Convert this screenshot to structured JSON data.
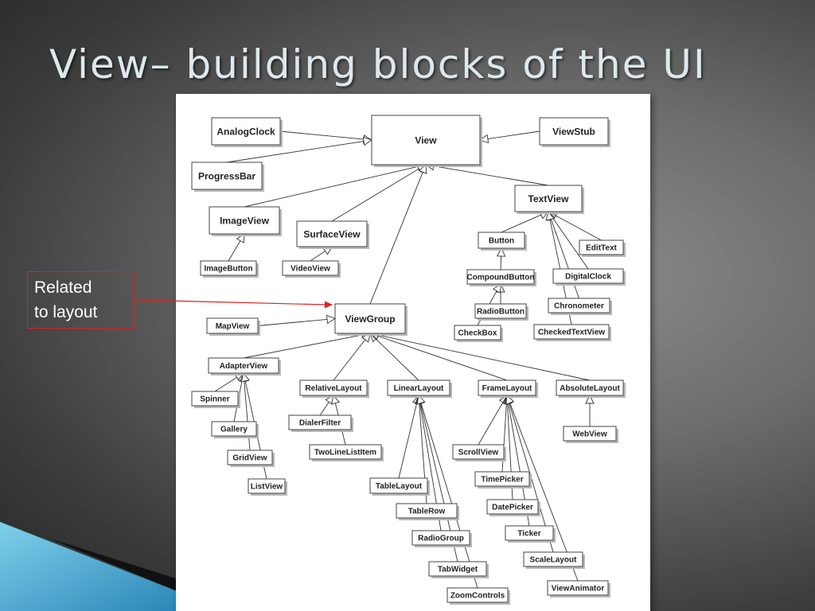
{
  "slide": {
    "title": "View– building blocks of the UI"
  },
  "callout": {
    "lines": [
      "Related",
      "to layout"
    ],
    "color": "#e02020"
  },
  "diagram": {
    "nodes": [
      {
        "id": "View",
        "label": "View"
      },
      {
        "id": "AnalogClock",
        "label": "AnalogClock"
      },
      {
        "id": "ViewStub",
        "label": "ViewStub"
      },
      {
        "id": "ProgressBar",
        "label": "ProgressBar"
      },
      {
        "id": "TextView",
        "label": "TextView"
      },
      {
        "id": "ImageView",
        "label": "ImageView"
      },
      {
        "id": "SurfaceView",
        "label": "SurfaceView"
      },
      {
        "id": "Button",
        "label": "Button"
      },
      {
        "id": "EditText",
        "label": "EditText"
      },
      {
        "id": "ImageButton",
        "label": "ImageButton"
      },
      {
        "id": "VideoView",
        "label": "VideoView"
      },
      {
        "id": "CompoundButton",
        "label": "CompoundButton"
      },
      {
        "id": "DigitalClock",
        "label": "DigitalClock"
      },
      {
        "id": "Chronometer",
        "label": "Chronometer"
      },
      {
        "id": "RadioButton",
        "label": "RadioButton"
      },
      {
        "id": "MapView",
        "label": "MapView"
      },
      {
        "id": "ViewGroup",
        "label": "ViewGroup"
      },
      {
        "id": "CheckBox",
        "label": "CheckBox"
      },
      {
        "id": "CheckedTextView",
        "label": "CheckedTextView"
      },
      {
        "id": "AdapterView",
        "label": "AdapterView"
      },
      {
        "id": "RelativeLayout",
        "label": "RelativeLayout"
      },
      {
        "id": "LinearLayout",
        "label": "LinearLayout"
      },
      {
        "id": "FrameLayout",
        "label": "FrameLayout"
      },
      {
        "id": "AbsoluteLayout",
        "label": "AbsoluteLayout"
      },
      {
        "id": "Spinner",
        "label": "Spinner"
      },
      {
        "id": "DialerFilter",
        "label": "DialerFilter"
      },
      {
        "id": "WebView",
        "label": "WebView"
      },
      {
        "id": "Gallery",
        "label": "Gallery"
      },
      {
        "id": "TwoLineListItem",
        "label": "TwoLineListItem"
      },
      {
        "id": "ScrollView",
        "label": "ScrollView"
      },
      {
        "id": "GridView",
        "label": "GridView"
      },
      {
        "id": "TimePicker",
        "label": "TimePicker"
      },
      {
        "id": "TableLayout",
        "label": "TableLayout"
      },
      {
        "id": "ListView",
        "label": "ListView"
      },
      {
        "id": "DatePicker",
        "label": "DatePicker"
      },
      {
        "id": "TableRow",
        "label": "TableRow"
      },
      {
        "id": "Ticker",
        "label": "Ticker"
      },
      {
        "id": "RadioGroup",
        "label": "RadioGroup"
      },
      {
        "id": "ScaleLayout",
        "label": "ScaleLayout"
      },
      {
        "id": "TabWidget",
        "label": "TabWidget"
      },
      {
        "id": "ViewAnimator",
        "label": "ViewAnimator"
      },
      {
        "id": "ZoomControls",
        "label": "ZoomControls"
      }
    ],
    "edges": [
      {
        "from": "AnalogClock",
        "to": "View"
      },
      {
        "from": "ProgressBar",
        "to": "View"
      },
      {
        "from": "ViewStub",
        "to": "View"
      },
      {
        "from": "ImageView",
        "to": "View"
      },
      {
        "from": "SurfaceView",
        "to": "View"
      },
      {
        "from": "TextView",
        "to": "View"
      },
      {
        "from": "ViewGroup",
        "to": "View"
      },
      {
        "from": "ImageButton",
        "to": "ImageView"
      },
      {
        "from": "VideoView",
        "to": "SurfaceView"
      },
      {
        "from": "Button",
        "to": "TextView"
      },
      {
        "from": "EditText",
        "to": "TextView"
      },
      {
        "from": "DigitalClock",
        "to": "TextView"
      },
      {
        "from": "Chronometer",
        "to": "TextView"
      },
      {
        "from": "CheckedTextView",
        "to": "TextView"
      },
      {
        "from": "CompoundButton",
        "to": "Button"
      },
      {
        "from": "RadioButton",
        "to": "CompoundButton"
      },
      {
        "from": "CheckBox",
        "to": "CompoundButton"
      },
      {
        "from": "MapView",
        "to": "ViewGroup"
      },
      {
        "from": "AdapterView",
        "to": "ViewGroup"
      },
      {
        "from": "RelativeLayout",
        "to": "ViewGroup"
      },
      {
        "from": "LinearLayout",
        "to": "ViewGroup"
      },
      {
        "from": "FrameLayout",
        "to": "ViewGroup"
      },
      {
        "from": "AbsoluteLayout",
        "to": "ViewGroup"
      },
      {
        "from": "Spinner",
        "to": "AdapterView"
      },
      {
        "from": "Gallery",
        "to": "AdapterView"
      },
      {
        "from": "GridView",
        "to": "AdapterView"
      },
      {
        "from": "ListView",
        "to": "AdapterView"
      },
      {
        "from": "DialerFilter",
        "to": "RelativeLayout"
      },
      {
        "from": "TwoLineListItem",
        "to": "RelativeLayout"
      },
      {
        "from": "TableLayout",
        "to": "LinearLayout"
      },
      {
        "from": "TableRow",
        "to": "LinearLayout"
      },
      {
        "from": "RadioGroup",
        "to": "LinearLayout"
      },
      {
        "from": "TabWidget",
        "to": "LinearLayout"
      },
      {
        "from": "ZoomControls",
        "to": "LinearLayout"
      },
      {
        "from": "ScrollView",
        "to": "FrameLayout"
      },
      {
        "from": "TimePicker",
        "to": "FrameLayout"
      },
      {
        "from": "DatePicker",
        "to": "FrameLayout"
      },
      {
        "from": "Ticker",
        "to": "FrameLayout"
      },
      {
        "from": "ScaleLayout",
        "to": "FrameLayout"
      },
      {
        "from": "ViewAnimator",
        "to": "FrameLayout"
      },
      {
        "from": "WebView",
        "to": "AbsoluteLayout"
      }
    ]
  }
}
